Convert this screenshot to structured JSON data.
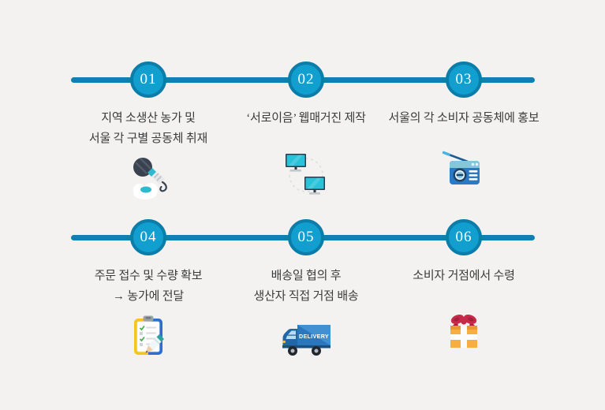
{
  "colors": {
    "background": "#f3f2f1",
    "timeline": "#117fb1",
    "circle_fill": "#119fd0",
    "circle_ring": "#0c7ca9",
    "number_text": "#ffffff",
    "label_text": "#3b3b3b"
  },
  "steps": [
    {
      "number": "01",
      "icon": "microphone-icon",
      "lines": [
        "지역 소생산 농가 및",
        "서울 각 구별 공동체 취재"
      ]
    },
    {
      "number": "02",
      "icon": "monitors-network-icon",
      "lines": [
        "‘서로이음’ 웹매거진 제작"
      ]
    },
    {
      "number": "03",
      "icon": "radio-icon",
      "lines": [
        "서울의 각 소비자 공동체에 홍보"
      ]
    },
    {
      "number": "04",
      "icon": "checklist-clipboard-icon",
      "lines": [
        "주문 접수 및 수량 확보",
        "→ 농가에 전달"
      ]
    },
    {
      "number": "05",
      "icon": "delivery-truck-icon",
      "lines": [
        "배송일 협의 후",
        "생산자 직접 거점 배송"
      ]
    },
    {
      "number": "06",
      "icon": "gift-box-icon",
      "lines": [
        "소비자 거점에서 수령"
      ]
    }
  ],
  "truck": {
    "label": "DELIVERY"
  }
}
